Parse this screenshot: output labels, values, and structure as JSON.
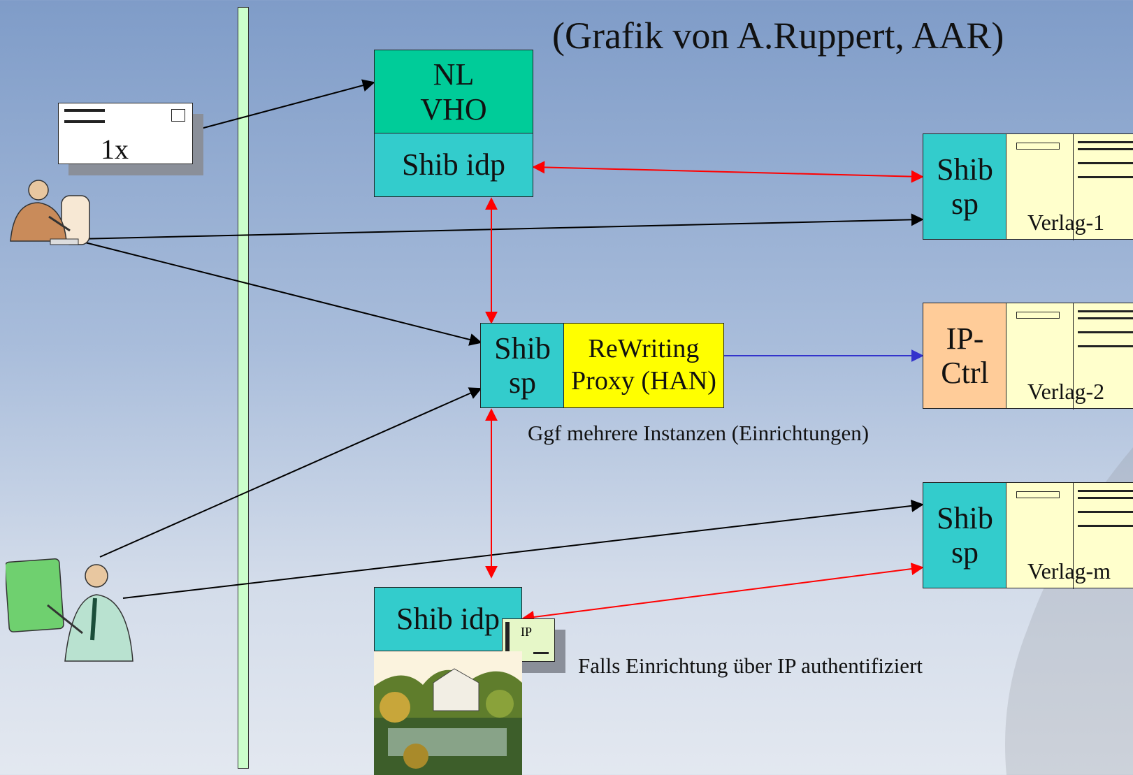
{
  "title": "(Grafik von A.Ruppert, AAR)",
  "envelope": {
    "label": "1x"
  },
  "nl_vho": {
    "line1": "NL",
    "line2": "VHO",
    "idp": "Shib idp"
  },
  "proxy": {
    "sp_line1": "Shib",
    "sp_line2": "sp",
    "rewriting_line1": "ReWriting",
    "rewriting_line2": "Proxy (HAN)",
    "caption": "Ggf mehrere Instanzen (Einrichtungen)"
  },
  "local_idp": {
    "label": "Shib idp",
    "doc_label": "IP",
    "caption": "Falls Einrichtung über IP authentifiziert"
  },
  "publishers": [
    {
      "auth_line1": "Shib",
      "auth_line2": "sp",
      "name": "Verlag-1"
    },
    {
      "auth_line1": "IP-",
      "auth_line2": "Ctrl",
      "name": "Verlag-2"
    },
    {
      "auth_line1": "Shib",
      "auth_line2": "sp",
      "name": "Verlag-m"
    }
  ],
  "colors": {
    "teal": "#33cccc",
    "green": "#00cc99",
    "yellow": "#ffff00",
    "peach": "#ffcc99",
    "cream": "#ffffcc",
    "red_link": "#ff0000",
    "blue_link": "#3333cc"
  }
}
